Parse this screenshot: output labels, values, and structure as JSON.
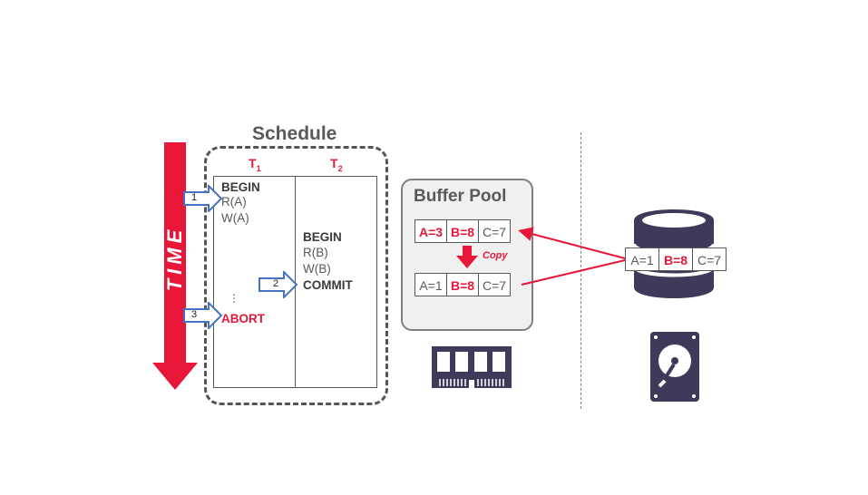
{
  "time_arrow": {
    "label": "TIME"
  },
  "schedule": {
    "title": "Schedule",
    "t1": {
      "label": "T",
      "sub": "1"
    },
    "t2": {
      "label": "T",
      "sub": "2"
    },
    "t1_ops": {
      "begin": "BEGIN",
      "read": "R(A)",
      "write": "W(A)",
      "ellipsis": "⋮",
      "abort": "ABORT"
    },
    "t2_ops": {
      "begin": "BEGIN",
      "read": "R(B)",
      "write": "W(B)",
      "commit": "COMMIT"
    },
    "steps": [
      "1",
      "2",
      "3"
    ]
  },
  "buffer_pool": {
    "title": "Buffer Pool",
    "page_top": [
      {
        "text": "A=3",
        "highlight": true
      },
      {
        "text": "B=8",
        "highlight": true
      },
      {
        "text": "C=7",
        "highlight": false
      }
    ],
    "copy_label": "Copy",
    "page_bottom": [
      {
        "text": "A=1",
        "highlight": false
      },
      {
        "text": "B=8",
        "highlight": true
      },
      {
        "text": "C=7",
        "highlight": false
      }
    ]
  },
  "disk": {
    "page": [
      {
        "text": "A=1",
        "highlight": false
      },
      {
        "text": "B=8",
        "highlight": true
      },
      {
        "text": "C=7",
        "highlight": false
      }
    ]
  },
  "colors": {
    "accent": "#e8173a",
    "icon": "#3f3a5a",
    "outline": "#4472c4"
  },
  "icons": [
    "database-icon",
    "memory-chip-icon",
    "hard-drive-icon"
  ]
}
